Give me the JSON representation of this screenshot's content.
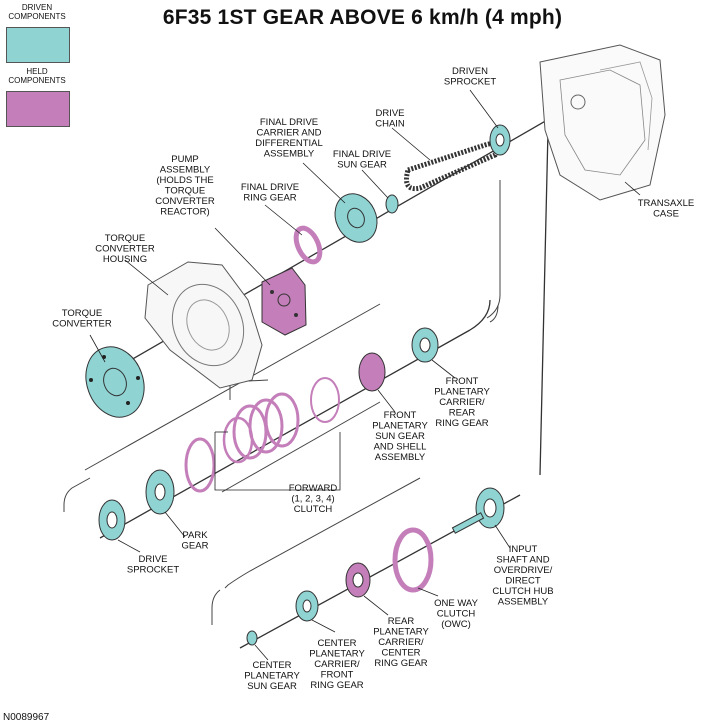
{
  "title": "6F35 1ST GEAR ABOVE 6 km/h (4 mph)",
  "legend": {
    "driven": {
      "lines": [
        "DRIVEN",
        "COMPONENTS"
      ],
      "color": "#8fd3d3"
    },
    "held": {
      "lines": [
        "HELD",
        "COMPONENTS"
      ],
      "color": "#c47fba"
    }
  },
  "components": [
    {
      "id": "driven-sprocket",
      "lines": [
        "DRIVEN",
        "SPROCKET"
      ],
      "state": "driven"
    },
    {
      "id": "drive-chain",
      "lines": [
        "DRIVE",
        "CHAIN"
      ],
      "state": "driven"
    },
    {
      "id": "final-drive-carrier",
      "lines": [
        "FINAL DRIVE",
        "CARRIER AND",
        "DIFFERENTIAL",
        "ASSEMBLY"
      ],
      "state": "driven"
    },
    {
      "id": "final-drive-sun-gear",
      "lines": [
        "FINAL DRIVE",
        "SUN GEAR"
      ],
      "state": "driven"
    },
    {
      "id": "pump-assembly",
      "lines": [
        "PUMP",
        "ASSEMBLY",
        "(HOLDS THE",
        "TORQUE",
        "CONVERTER",
        "REACTOR)"
      ],
      "state": "held"
    },
    {
      "id": "final-drive-ring-gear",
      "lines": [
        "FINAL DRIVE",
        "RING GEAR"
      ],
      "state": "held"
    },
    {
      "id": "transaxle-case",
      "lines": [
        "TRANSAXLE",
        "CASE"
      ],
      "state": "none"
    },
    {
      "id": "torque-converter-housing",
      "lines": [
        "TORQUE",
        "CONVERTER",
        "HOUSING"
      ],
      "state": "none"
    },
    {
      "id": "torque-converter",
      "lines": [
        "TORQUE",
        "CONVERTER"
      ],
      "state": "driven"
    },
    {
      "id": "front-planetary-carrier",
      "lines": [
        "FRONT",
        "PLANETARY",
        "CARRIER/",
        "REAR",
        "RING GEAR"
      ],
      "state": "driven"
    },
    {
      "id": "front-planetary-sun-gear",
      "lines": [
        "FRONT",
        "PLANETARY",
        "SUN GEAR",
        "AND SHELL",
        "ASSEMBLY"
      ],
      "state": "held"
    },
    {
      "id": "forward-clutch",
      "lines": [
        "FORWARD",
        "(1, 2, 3, 4)",
        "CLUTCH"
      ],
      "state": "held"
    },
    {
      "id": "park-gear",
      "lines": [
        "PARK",
        "GEAR"
      ],
      "state": "driven"
    },
    {
      "id": "drive-sprocket",
      "lines": [
        "DRIVE",
        "SPROCKET"
      ],
      "state": "driven"
    },
    {
      "id": "input-shaft",
      "lines": [
        "INPUT",
        "SHAFT AND",
        "OVERDRIVE/",
        "DIRECT",
        "CLUTCH HUB",
        "ASSEMBLY"
      ],
      "state": "driven"
    },
    {
      "id": "one-way-clutch",
      "lines": [
        "ONE WAY",
        "CLUTCH",
        "(OWC)"
      ],
      "state": "held"
    },
    {
      "id": "rear-planetary-carrier",
      "lines": [
        "REAR",
        "PLANETARY",
        "CARRIER/",
        "CENTER",
        "RING GEAR"
      ],
      "state": "held"
    },
    {
      "id": "center-planetary-carrier",
      "lines": [
        "CENTER",
        "PLANETARY",
        "CARRIER/",
        "FRONT",
        "RING GEAR"
      ],
      "state": "driven"
    },
    {
      "id": "center-planetary-sun-gear",
      "lines": [
        "CENTER",
        "PLANETARY",
        "SUN GEAR"
      ],
      "state": "driven"
    }
  ],
  "figure_number": "N0089967"
}
